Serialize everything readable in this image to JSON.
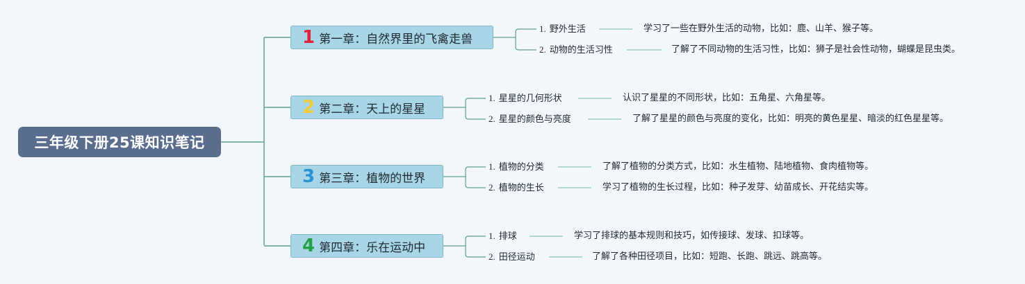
{
  "root": {
    "title": "三年级下册25课知识笔记"
  },
  "colors": {
    "root_fill": "#5b6d8f",
    "chapter_fill": "#a9d6e6",
    "connector": "#5f9f90",
    "sub_connector": "#8fc2b8"
  },
  "chapters": [
    {
      "num": "1",
      "num_color": "#e0233a",
      "title": "第一章：自然界里的飞禽走兽",
      "topics": [
        {
          "idx": "1.",
          "label": "野外生活",
          "detail": "学习了一些在野外生活的动物，比如：鹿、山羊、猴子等。"
        },
        {
          "idx": "2.",
          "label": "动物的生活习性",
          "detail": "了解了不同动物的生活习性，比如：狮子是社会性动物，蝴蝶是昆虫类。"
        }
      ]
    },
    {
      "num": "2",
      "num_color": "#f0cc3c",
      "title": "第二章：天上的星星",
      "topics": [
        {
          "idx": "1.",
          "label": "星星的几何形状",
          "detail": "认识了星星的不同形状，比如：五角星、六角星等。"
        },
        {
          "idx": "2.",
          "label": "星星的颜色与亮度",
          "detail": "了解了星星的颜色与亮度的变化，比如：明亮的黄色星星、暗淡的红色星星等。"
        }
      ]
    },
    {
      "num": "3",
      "num_color": "#2a93d5",
      "title": "第三章：植物的世界",
      "topics": [
        {
          "idx": "1.",
          "label": "植物的分类",
          "detail": "了解了植物的分类方式，比如：水生植物、陆地植物、食肉植物等。"
        },
        {
          "idx": "2.",
          "label": "植物的生长",
          "detail": "学习了植物的生长过程，比如：种子发芽、幼苗成长、开花结实等。"
        }
      ]
    },
    {
      "num": "4",
      "num_color": "#22a043",
      "title": "第四章：乐在运动中",
      "topics": [
        {
          "idx": "1.",
          "label": "排球",
          "detail": "学习了排球的基本规则和技巧，如传接球、发球、扣球等。"
        },
        {
          "idx": "2.",
          "label": "田径运动",
          "detail": "了解了各种田径项目，比如：短跑、长跑、跳远、跳高等。"
        }
      ]
    }
  ]
}
